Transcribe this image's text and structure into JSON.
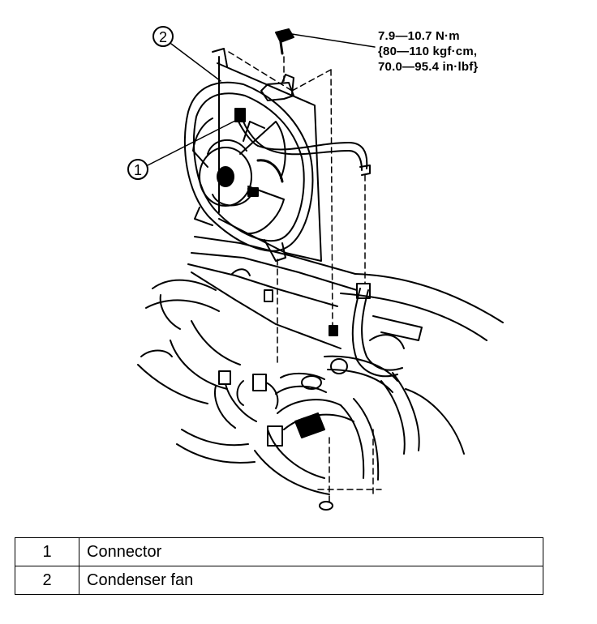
{
  "callouts": [
    {
      "number": "1"
    },
    {
      "number": "2"
    }
  ],
  "torque_spec": {
    "line1": "7.9—10.7 N·m",
    "line2": "{80—110 kgf·cm,",
    "line3": "70.0—95.4 in·lbf}"
  },
  "legend": [
    {
      "number": "1",
      "label": "Connector"
    },
    {
      "number": "2",
      "label": "Condenser fan"
    }
  ]
}
